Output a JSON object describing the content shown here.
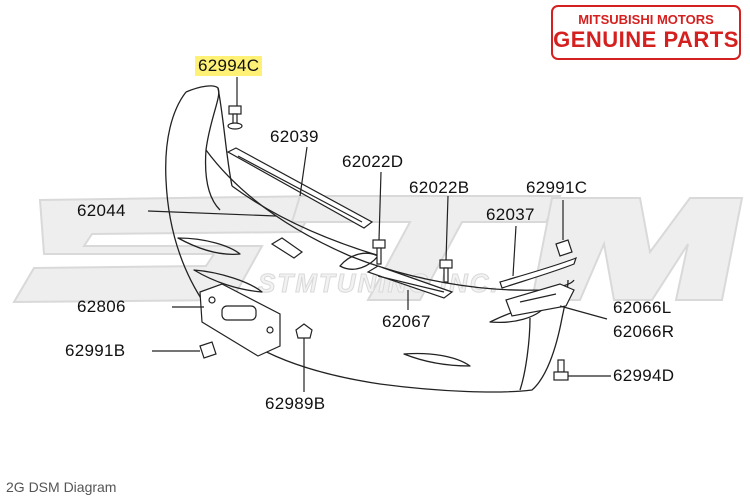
{
  "badge": {
    "line1": "MITSUBISHI MOTORS",
    "line2": "GENUINE PARTS",
    "color": "#d4201f"
  },
  "watermark": {
    "logo": "STM",
    "tagline": "STMTUNING INC."
  },
  "highlight_color": "#fff176",
  "parts": {
    "p62994C": "62994C",
    "p62039": "62039",
    "p62022D": "62022D",
    "p62022B": "62022B",
    "p62991C": "62991C",
    "p62044": "62044",
    "p62037": "62037",
    "p62806": "62806",
    "p62067": "62067",
    "p62066L": "62066L",
    "p62066R": "62066R",
    "p62991B": "62991B",
    "p62994D": "62994D",
    "p62989B": "62989B"
  },
  "caption": "2G DSM Diagram"
}
